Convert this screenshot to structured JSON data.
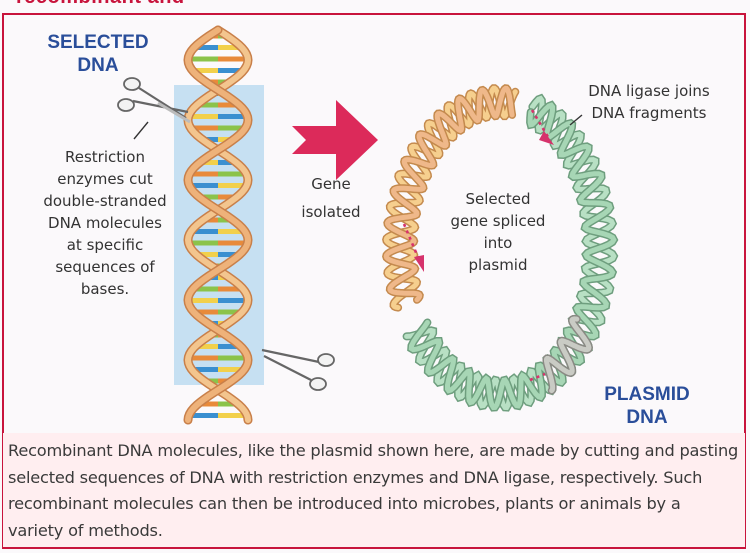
{
  "header": {
    "title_fragment": "recombinant and"
  },
  "labels": {
    "selected_dna": [
      "SELECTED",
      "DNA"
    ],
    "restriction": [
      "Restriction",
      "enzymes cut",
      "double-stranded",
      "DNA molecules",
      "at specific",
      "sequences of",
      "bases."
    ],
    "gene_isolated": [
      "Gene",
      "isolated"
    ],
    "ligase": [
      "DNA ligase joins",
      "DNA fragments"
    ],
    "spliced": [
      "Selected",
      "gene spliced",
      "into",
      "plasmid"
    ],
    "plasmid_dna": [
      "PLASMID",
      "DNA"
    ]
  },
  "caption": "Recombinant DNA molecules, like the plasmid shown here, are made by cutting and pasting selected sequences of DNA with restriction enzymes and DNA ligase, respectively. Such recombinant molecules can then be introduced into microbes, plants or animals by a variety of methods.",
  "colors": {
    "accent": "#c8143c",
    "heading_blue": "#2a4e9a",
    "strand_orange": "#e9a86c",
    "strand_green": "#9fcfb0",
    "highlight_blue": "#bcdcf0",
    "caption_band": "#ffeef0"
  },
  "icons": [
    "scissors-icon",
    "arrow-right-icon",
    "dotted-arrow-icon",
    "dna-helix-icon",
    "plasmid-ring-icon"
  ]
}
